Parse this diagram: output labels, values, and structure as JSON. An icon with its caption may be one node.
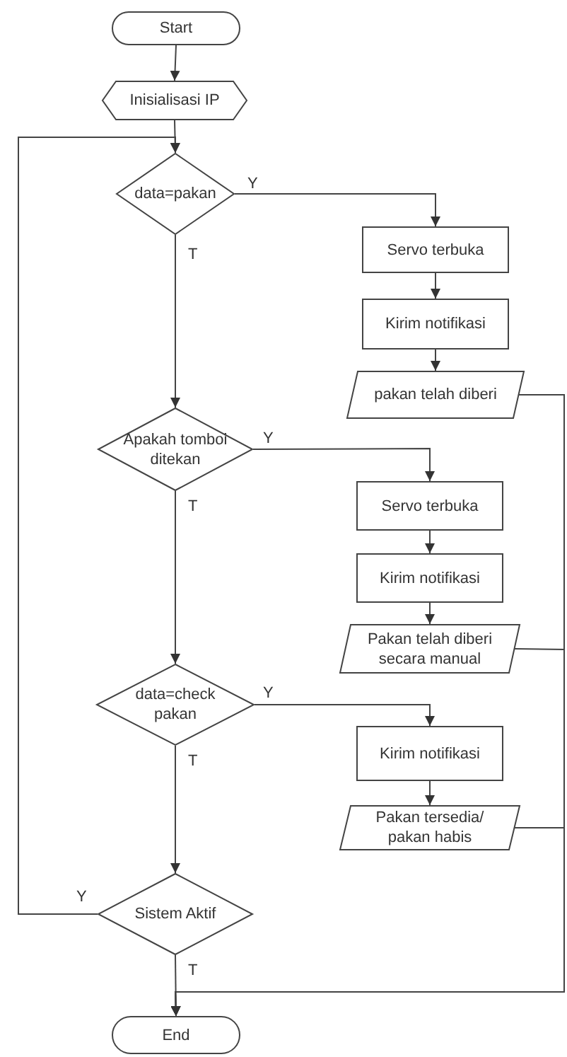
{
  "diagram": {
    "nodes": [
      {
        "text": [
          "Start"
        ]
      },
      {
        "text": [
          "Inisialisasi IP"
        ]
      },
      {
        "text": [
          "data=pakan"
        ]
      },
      {
        "text": [
          "Servo terbuka"
        ]
      },
      {
        "text": [
          "Kirim notifikasi"
        ]
      },
      {
        "text": [
          "pakan telah diberi"
        ]
      },
      {
        "text": [
          "Apakah tomboi ditekan"
        ]
      },
      {
        "text": [
          "Servo terbuka"
        ]
      },
      {
        "text": [
          "Kirim notifikasi"
        ]
      },
      {
        "text": [
          "Pakan telah diberi secara manual"
        ]
      },
      {
        "text": [
          "data=check pakan"
        ]
      },
      {
        "text": [
          "Kirim notifikasi"
        ]
      },
      {
        "text": [
          "Pakan tersedia/ pakan habis"
        ]
      },
      {
        "text": [
          "Sistem Aktif"
        ]
      },
      {
        "text": [
          "End"
        ]
      }
    ],
    "edges": [
      {
        "from": 0,
        "to": 1,
        "arrow": "to"
      },
      {
        "from": 1,
        "to": 2,
        "arrow": "to"
      },
      {
        "from": 2,
        "to": 3,
        "arrow": "to",
        "label": "Y"
      },
      {
        "from": 3,
        "to": 4,
        "arrow": "to"
      },
      {
        "from": 4,
        "to": 5,
        "arrow": "to"
      },
      {
        "from": 5,
        "to": 14,
        "arrow": "to"
      },
      {
        "from": 2,
        "to": 6,
        "arrow": "to",
        "label": "T"
      },
      {
        "from": 6,
        "to": 7,
        "arrow": "to",
        "label": "Y"
      },
      {
        "from": 7,
        "to": 8,
        "arrow": "to"
      },
      {
        "from": 8,
        "to": 9,
        "arrow": "to"
      },
      {
        "from": 9,
        "to": 14,
        "arrow": "to"
      },
      {
        "from": 6,
        "to": 10,
        "arrow": "to",
        "label": "T"
      },
      {
        "from": 10,
        "to": 11,
        "arrow": "to",
        "label": "Y"
      },
      {
        "from": 11,
        "to": 12,
        "arrow": "to"
      },
      {
        "from": 12,
        "to": 14,
        "arrow": "to"
      },
      {
        "from": 10,
        "to": 13,
        "arrow": "to",
        "label": "T"
      },
      {
        "from": 13,
        "to": 2,
        "arrow": "to",
        "label": "Y"
      },
      {
        "from": 13,
        "to": 14,
        "arrow": "to",
        "label": "T"
      }
    ]
  }
}
